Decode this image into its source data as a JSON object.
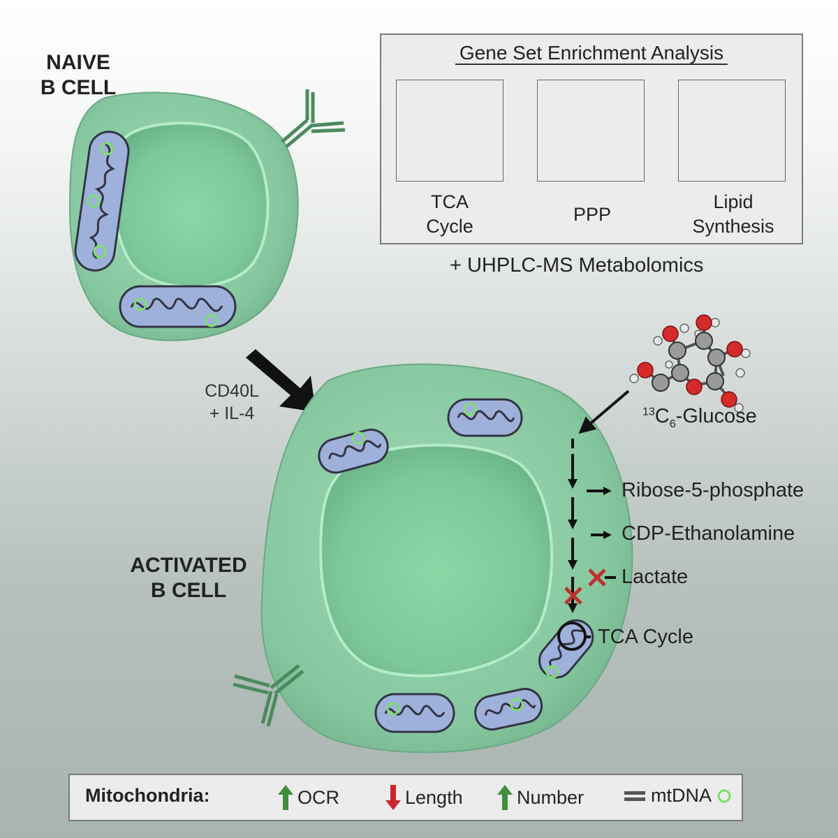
{
  "naive_label": [
    "NAIVE",
    "B CELL"
  ],
  "activated_label": [
    "ACTIVATED",
    "B CELL"
  ],
  "stimulation": [
    "CD40L",
    "+ IL-4"
  ],
  "gsea": {
    "title": "Gene Set Enrichment Analysis",
    "plots": [
      {
        "label": [
          "TCA",
          "Cycle"
        ]
      },
      {
        "label": [
          "PPP"
        ]
      },
      {
        "label": [
          "Lipid",
          "Synthesis"
        ]
      }
    ]
  },
  "metabolomics": "+ UHPLC-MS Metabolomics",
  "tracer": {
    "superscript": "13",
    "base": "C",
    "subscript": "6",
    "rest": "-Glucose"
  },
  "pathways": {
    "ribose": "Ribose-5-phosphate",
    "cdp": "CDP-Ethanolamine",
    "lactate": "Lactate",
    "tca": "TCA Cycle"
  },
  "legend": {
    "heading": "Mitochondria:",
    "ocr": "OCR",
    "length": "Length",
    "number": "Number",
    "mtdna": "mtDNA"
  },
  "colors": {
    "cell": "#8fcfa6",
    "mito": "#9eb1da",
    "mtdna_ring": "#7de06a",
    "up_arrow": "#3f8f3c",
    "down_arrow": "#c8262b",
    "cross": "#c0302f",
    "oxygen": "#d42a2a",
    "gsea_curve": "#7ab83a"
  }
}
